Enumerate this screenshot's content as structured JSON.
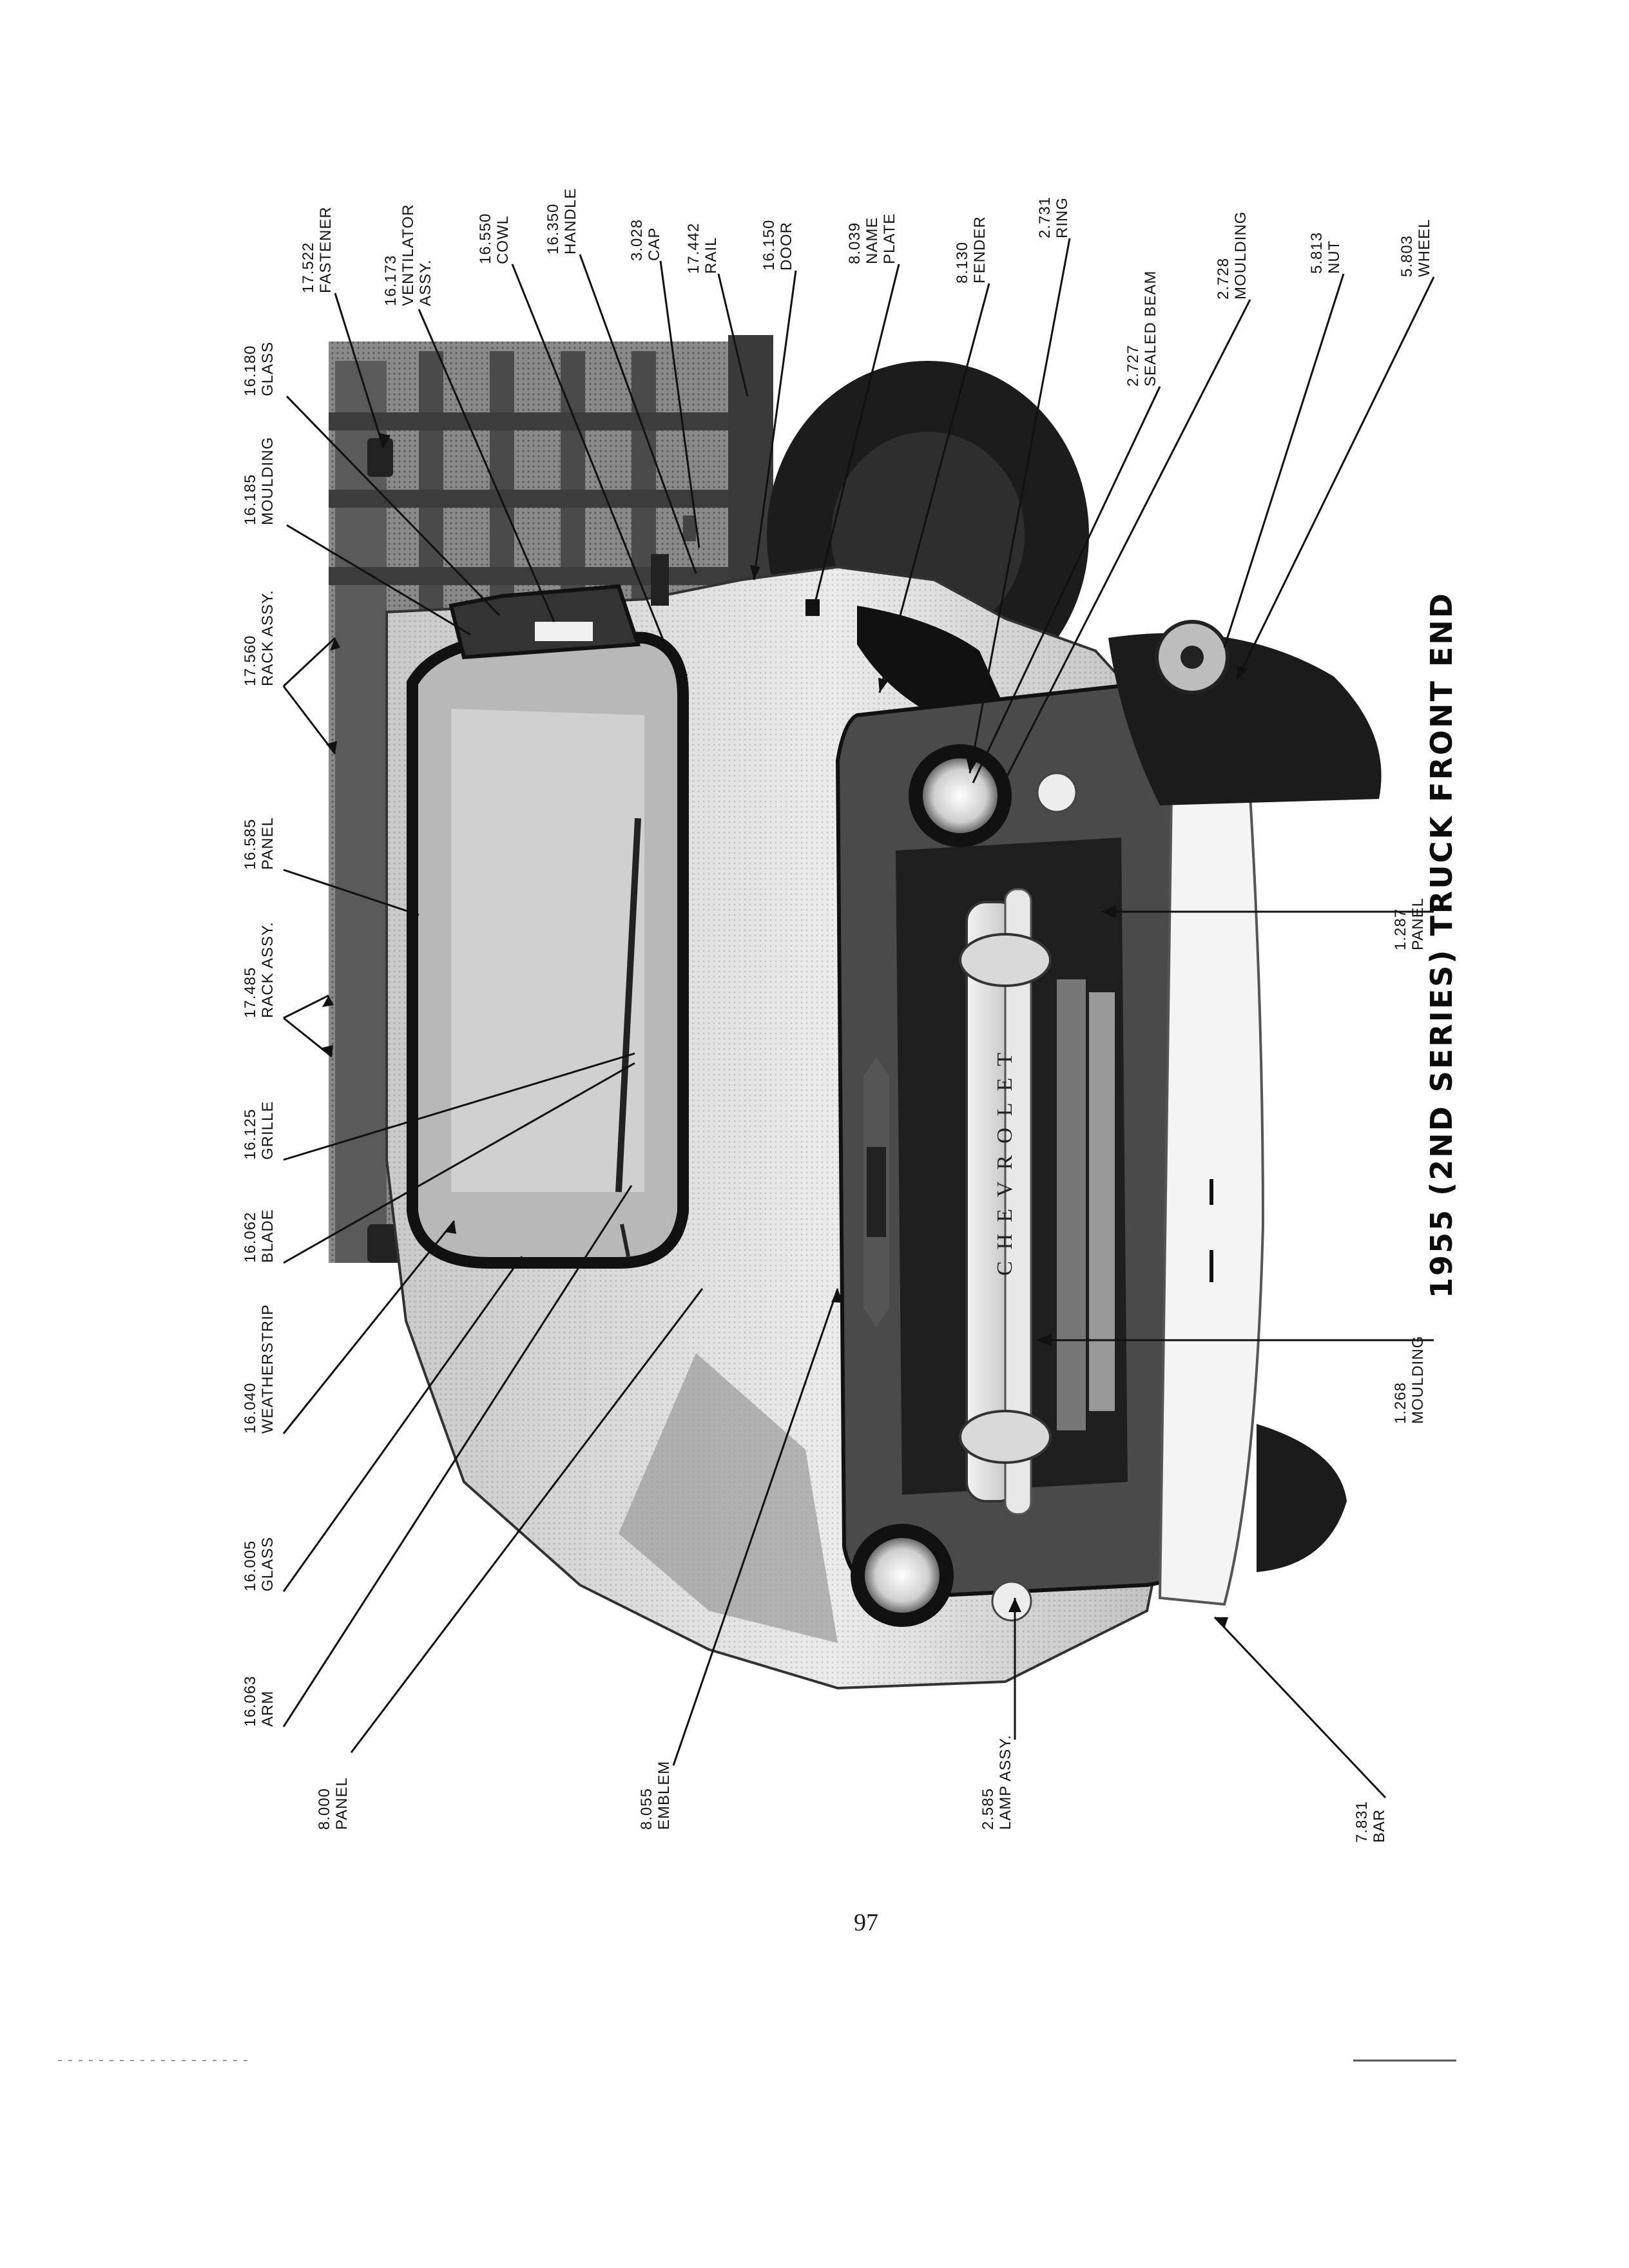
{
  "title": "1955 (2ND SERIES) TRUCK FRONT END",
  "page_number": "97",
  "grille_lettering": "CHEVROLET",
  "callouts": [
    {
      "id": "fastener",
      "number": "17.522",
      "lines": [
        "FASTENER"
      ]
    },
    {
      "id": "ventilator",
      "number": "16.173",
      "lines": [
        "VENTILATOR",
        "ASSY."
      ]
    },
    {
      "id": "cowl",
      "number": "16.550",
      "lines": [
        "COWL"
      ]
    },
    {
      "id": "handle",
      "number": "16.350",
      "lines": [
        "HANDLE"
      ]
    },
    {
      "id": "cap",
      "number": "3.028",
      "lines": [
        "CAP"
      ]
    },
    {
      "id": "rail",
      "number": "17.442",
      "lines": [
        "RAIL"
      ]
    },
    {
      "id": "door",
      "number": "16.150",
      "lines": [
        "DOOR"
      ]
    },
    {
      "id": "nameplate",
      "number": "8.039",
      "lines": [
        "NAME",
        "PLATE"
      ]
    },
    {
      "id": "fender",
      "number": "8.130",
      "lines": [
        "FENDER"
      ]
    },
    {
      "id": "ring",
      "number": "2.731",
      "lines": [
        "RING"
      ]
    },
    {
      "id": "sealedbeam",
      "number": "2.727",
      "lines": [
        "SEALED BEAM"
      ]
    },
    {
      "id": "moulding-fender",
      "number": "2.728",
      "lines": [
        "MOULDING"
      ]
    },
    {
      "id": "nut",
      "number": "5.813",
      "lines": [
        "NUT"
      ]
    },
    {
      "id": "wheel",
      "number": "5.803",
      "lines": [
        "WHEEL"
      ]
    },
    {
      "id": "glass-vent",
      "number": "16.180",
      "lines": [
        "GLASS"
      ]
    },
    {
      "id": "moulding-vent",
      "number": "16.185",
      "lines": [
        "MOULDING"
      ]
    },
    {
      "id": "rack-560",
      "number": "17.560",
      "lines": [
        "RACK ASSY."
      ]
    },
    {
      "id": "panel-roof",
      "number": "16.585",
      "lines": [
        "PANEL"
      ]
    },
    {
      "id": "rack-485",
      "number": "17.485",
      "lines": [
        "RACK ASSY."
      ]
    },
    {
      "id": "grille",
      "number": "16.125",
      "lines": [
        "GRILLE"
      ]
    },
    {
      "id": "blade",
      "number": "16.062",
      "lines": [
        "BLADE"
      ]
    },
    {
      "id": "weatherstrip",
      "number": "16.040",
      "lines": [
        "WEATHERSTRIP"
      ]
    },
    {
      "id": "glass-windshield",
      "number": "16.005",
      "lines": [
        "GLASS"
      ]
    },
    {
      "id": "arm",
      "number": "16.063",
      "lines": [
        "ARM"
      ]
    },
    {
      "id": "panel-hood",
      "number": "8.000",
      "lines": [
        "PANEL"
      ]
    },
    {
      "id": "emblem",
      "number": "8.055",
      "lines": [
        "EMBLEM"
      ]
    },
    {
      "id": "lamp",
      "number": "2.585",
      "lines": [
        "LAMP ASSY."
      ]
    },
    {
      "id": "bar",
      "number": "7.831",
      "lines": [
        "BAR"
      ]
    },
    {
      "id": "moulding-grille",
      "number": "1.268",
      "lines": [
        "MOULDING"
      ]
    },
    {
      "id": "panel-grille",
      "number": "1.287",
      "lines": [
        "PANEL"
      ]
    }
  ]
}
